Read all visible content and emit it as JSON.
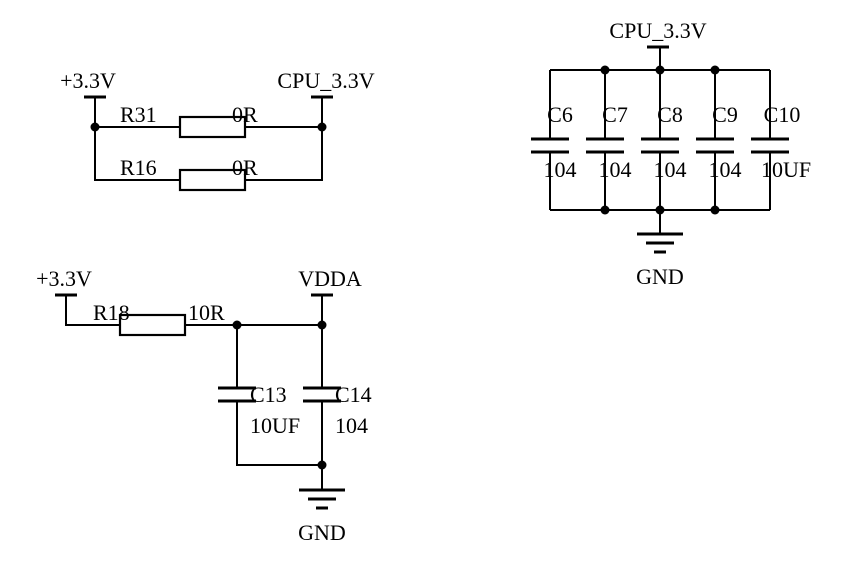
{
  "diagram": {
    "type": "schematic",
    "colors": {
      "wire": "#000000",
      "background": "#ffffff"
    },
    "sections": {
      "power_bridge": {
        "net_in": "+3.3V",
        "net_out": "CPU_3.3V",
        "resistors": [
          {
            "ref": "R31",
            "value": "0R"
          },
          {
            "ref": "R16",
            "value": "0R"
          }
        ]
      },
      "decoupling_bank": {
        "net": "CPU_3.3V",
        "gnd": "GND",
        "caps": [
          {
            "ref": "C6",
            "value": "104"
          },
          {
            "ref": "C7",
            "value": "104"
          },
          {
            "ref": "C8",
            "value": "104"
          },
          {
            "ref": "C9",
            "value": "104"
          },
          {
            "ref": "C10",
            "value": "10UF"
          }
        ]
      },
      "vdda_filter": {
        "net_in": "+3.3V",
        "net_out": "VDDA",
        "gnd": "GND",
        "resistor": {
          "ref": "R18",
          "value": "10R"
        },
        "caps": [
          {
            "ref": "C13",
            "value": "10UF"
          },
          {
            "ref": "C14",
            "value": "104"
          }
        ]
      }
    }
  }
}
